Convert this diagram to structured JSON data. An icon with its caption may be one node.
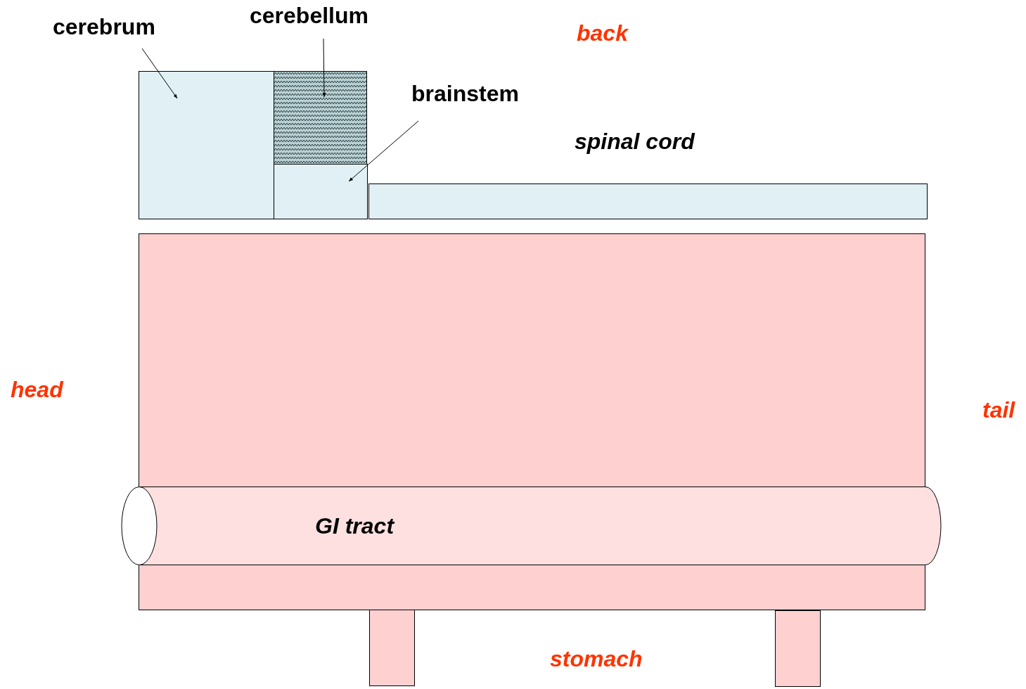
{
  "diagram": {
    "nodes": [
      {
        "text": [
          "cerebrum"
        ]
      },
      {
        "text": [],
        "shape": "box"
      },
      {
        "text": [
          "cerebellum"
        ]
      },
      {
        "text": [],
        "shape": "box"
      },
      {
        "text": [
          "brainstem"
        ]
      },
      {
        "text": [],
        "shape": "box"
      },
      {
        "text": [],
        "shape": "box"
      },
      {
        "text": [],
        "shape": "box"
      },
      {
        "text": [
          "GI tract"
        ],
        "in": 7
      },
      {
        "text": [],
        "shape": "box"
      },
      {
        "text": [],
        "shape": "box"
      }
    ],
    "edges": [
      {
        "from": 0,
        "to": 1,
        "arrow": "to"
      },
      {
        "from": 2,
        "to": 3,
        "arrow": "to"
      },
      {
        "from": 4,
        "to": 5,
        "arrow": "to"
      }
    ],
    "labels": [
      "back",
      "spinal cord",
      "head",
      "tail",
      "stomach"
    ]
  }
}
